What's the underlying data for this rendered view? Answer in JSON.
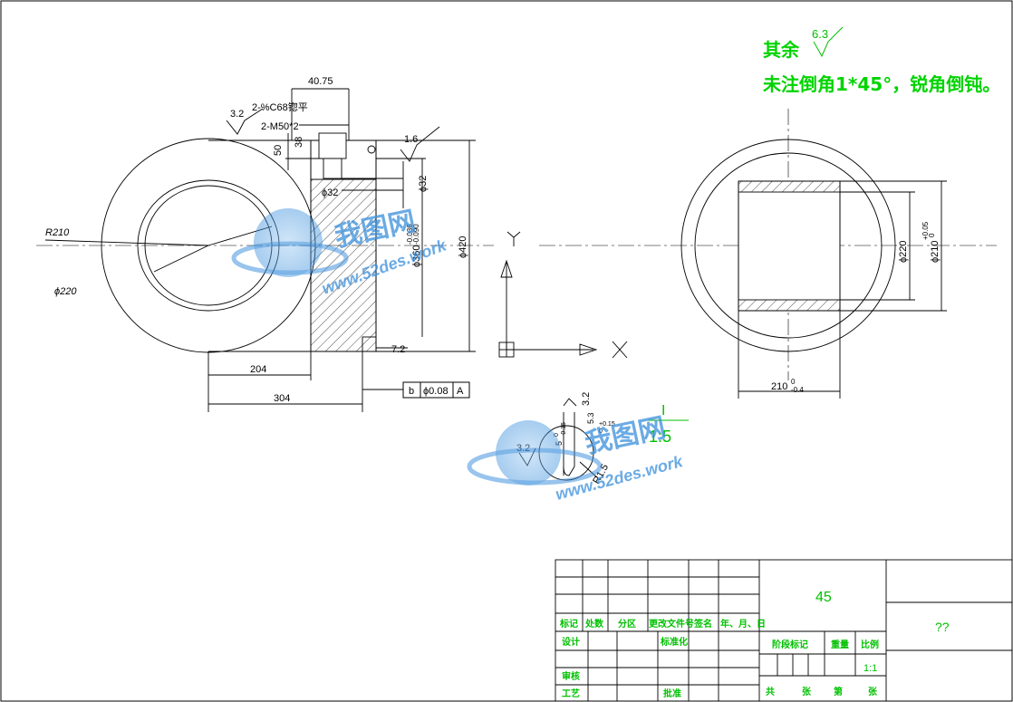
{
  "notes": {
    "remaining_label": "其余",
    "remaining_roughness": "6.3",
    "chamfer_note": "未注倒角1*45°，锐角倒钝。"
  },
  "front_view": {
    "r_label": "R210",
    "dia_outer": "ϕ220",
    "dim_40_75": "40.75",
    "rough_3_2": "3.2",
    "thread_1": "2-%C68锪平",
    "thread_2": "2-M50*2",
    "dim_50": "50",
    "dim_38": "38",
    "rough_1_6": "1.6",
    "dim_32_a": "ϕ32",
    "dim_32_b": "ϕ32",
    "dim_360": "ϕ360",
    "tol_360_up": "-0.036",
    "tol_360_low": "-0.090",
    "dim_420": "ϕ420",
    "dim_7_2": "7.2",
    "dim_204": "204",
    "dim_304": "304"
  },
  "tolerance_frame": {
    "symbol": "b",
    "value": "ϕ0.08",
    "datum": "A"
  },
  "axes": {
    "y": "Y",
    "x": "X"
  },
  "side_view": {
    "dim_220": "ϕ220",
    "dim_210": "ϕ210",
    "tol_210_up": "+0.05",
    "tol_210_low": "0",
    "dim_210_len": "210",
    "tol_len_up": "0",
    "tol_len_low": "-0.4"
  },
  "detail": {
    "scale_num": "I",
    "scale": "1:5",
    "rough_3_2_a": "3.2",
    "rough_3_2_b": "3.2",
    "dim_5": "5",
    "tol_5_up": "0",
    "tol_5_low": "-0.15",
    "dim_5_3": "5.3",
    "tol_5_3_up": "+0.15",
    "tol_5_3_low": "0",
    "radius": "R1.5"
  },
  "watermark": {
    "brand": "我图网",
    "url": "www.52des.work"
  },
  "title_block": {
    "material": "45",
    "name": "??",
    "h_biaoji": "标记",
    "h_chushu": "处数",
    "h_fenqu": "分区",
    "h_gengai": "更改文件号",
    "h_qianming": "签名",
    "h_date": "年、月、日",
    "sheji": "设计",
    "biaozhunhua": "标准化",
    "shenhe": "审核",
    "gongyi": "工艺",
    "pizhun": "批准",
    "jieduan": "阶段标记",
    "zhongliang": "重量",
    "bili": "比例",
    "bili_value": "1:1",
    "gong": "共",
    "zhang": "张",
    "di": "第",
    "zhang2": "张"
  },
  "colors": {
    "line": "#000000",
    "note_green": "#00d400",
    "hatch": "#000000",
    "watermark_blue": "#3a8fdc"
  }
}
